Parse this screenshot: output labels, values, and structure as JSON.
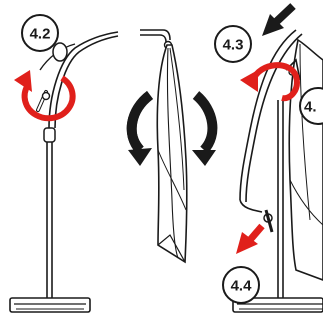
{
  "steps": {
    "step_a": "4.2",
    "step_b": "4.3",
    "step_c": "4.4",
    "step_d": "4."
  },
  "colors": {
    "line": "#1a1a1a",
    "accent_red": "#e0201b",
    "fill": "#ffffff"
  },
  "icons": {
    "rotate": "rotate-arrow-icon",
    "swing": "swing-arrows-icon",
    "push": "push-down-arrow-icon",
    "pull": "pull-down-arrow-icon"
  }
}
